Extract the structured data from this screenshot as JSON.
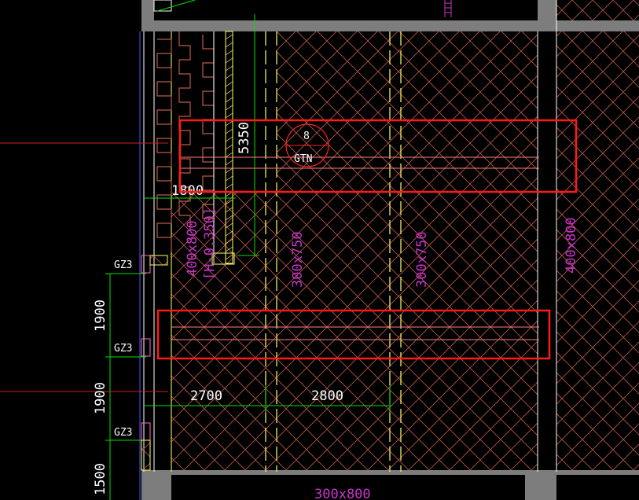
{
  "drawing": {
    "background": "#000000",
    "colors": {
      "hatch": "#b85a4a",
      "wall": "#7d7d7d",
      "highlight": "#ff1a1a",
      "dimension": "#00e000",
      "text": "#ffffff",
      "beam_label": "#cc33cc",
      "axis_line": "#ffff66",
      "grid_line": "#3c5cff"
    },
    "dimensions": {
      "top_vertical": "5350",
      "top_horizontal": "1800",
      "bottom_left": "2700",
      "bottom_right": "2800",
      "left_upper": "1900",
      "left_middle": "1900",
      "left_lower": "1500"
    },
    "beam_labels": {
      "left_beam": "400x800",
      "left_beam_elev": "[H-0.350]",
      "mid_beam_1": "300x750",
      "mid_beam_2": "300x750",
      "right_beam": "400x800",
      "bottom_beam": "300x800"
    },
    "column_tags": [
      "GZ3",
      "GZ3",
      "GZ3"
    ],
    "stair_bubble": {
      "top": "8",
      "bottom": "GTN"
    }
  }
}
